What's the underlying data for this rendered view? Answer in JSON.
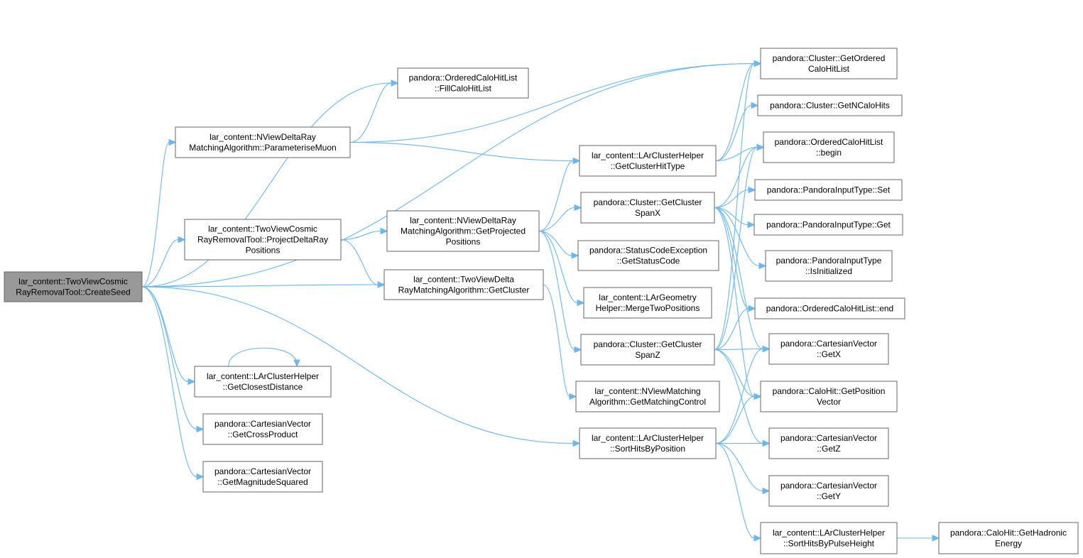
{
  "graph": {
    "root": "n0",
    "edge_color": "#63b8ff",
    "root_fill": "#999999",
    "nodes": [
      {
        "id": "n0",
        "lines": [
          "lar_content::TwoViewCosmic",
          "RayRemovalTool::CreateSeed"
        ]
      },
      {
        "id": "n1",
        "lines": [
          "lar_content::NViewDeltaRay",
          "MatchingAlgorithm::ParameteriseMuon"
        ]
      },
      {
        "id": "n2",
        "lines": [
          "pandora::OrderedCaloHitList",
          "::FillCaloHitList"
        ]
      },
      {
        "id": "n3",
        "lines": [
          "pandora::Cluster::GetOrdered",
          "CaloHitList"
        ]
      },
      {
        "id": "n4",
        "lines": [
          "lar_content::TwoViewCosmic",
          "RayRemovalTool::ProjectDeltaRay",
          "Positions"
        ]
      },
      {
        "id": "n5",
        "lines": [
          "lar_content::NViewDeltaRay",
          "MatchingAlgorithm::GetProjected",
          "Positions"
        ]
      },
      {
        "id": "n6",
        "lines": [
          "lar_content::TwoViewDelta",
          "RayMatchingAlgorithm::GetCluster"
        ]
      },
      {
        "id": "n7",
        "lines": [
          "lar_content::LArClusterHelper",
          "::GetClosestDistance"
        ]
      },
      {
        "id": "n8",
        "lines": [
          "pandora::CartesianVector",
          "::GetCrossProduct"
        ]
      },
      {
        "id": "n9",
        "lines": [
          "pandora::CartesianVector",
          "::GetMagnitudeSquared"
        ]
      },
      {
        "id": "n10",
        "lines": [
          "lar_content::LArClusterHelper",
          "::SortHitsByPosition"
        ]
      },
      {
        "id": "n11",
        "lines": [
          "lar_content::LArClusterHelper",
          "::GetClusterHitType"
        ]
      },
      {
        "id": "n12",
        "lines": [
          "pandora::Cluster::GetCluster",
          "SpanX"
        ]
      },
      {
        "id": "n13",
        "lines": [
          "pandora::StatusCodeException",
          "::GetStatusCode"
        ]
      },
      {
        "id": "n14",
        "lines": [
          "lar_content::LArGeometry",
          "Helper::MergeTwoPositions"
        ]
      },
      {
        "id": "n15",
        "lines": [
          "pandora::Cluster::GetCluster",
          "SpanZ"
        ]
      },
      {
        "id": "n16",
        "lines": [
          "lar_content::NViewMatching",
          "Algorithm::GetMatchingControl"
        ]
      },
      {
        "id": "n17",
        "lines": [
          "pandora::Cluster::GetNCaloHits"
        ]
      },
      {
        "id": "n18",
        "lines": [
          "pandora::OrderedCaloHitList",
          "::begin"
        ]
      },
      {
        "id": "n19",
        "lines": [
          "pandora::PandoraInputType::Set"
        ]
      },
      {
        "id": "n20",
        "lines": [
          "pandora::PandoraInputType::Get"
        ]
      },
      {
        "id": "n21",
        "lines": [
          "pandora::PandoraInputType",
          "::IsInitialized"
        ]
      },
      {
        "id": "n22",
        "lines": [
          "pandora::OrderedCaloHitList::end"
        ]
      },
      {
        "id": "n23",
        "lines": [
          "pandora::CartesianVector",
          "::GetX"
        ]
      },
      {
        "id": "n24",
        "lines": [
          "pandora::CaloHit::GetPosition",
          "Vector"
        ]
      },
      {
        "id": "n25",
        "lines": [
          "pandora::CartesianVector",
          "::GetZ"
        ]
      },
      {
        "id": "n26",
        "lines": [
          "pandora::CartesianVector",
          "::GetY"
        ]
      },
      {
        "id": "n27",
        "lines": [
          "lar_content::LArClusterHelper",
          "::SortHitsByPulseHeight"
        ]
      },
      {
        "id": "n28",
        "lines": [
          "pandora::CaloHit::GetHadronic",
          "Energy"
        ]
      }
    ],
    "edges": [
      [
        "n0",
        "n3"
      ],
      [
        "n0",
        "n2"
      ],
      [
        "n0",
        "n1"
      ],
      [
        "n0",
        "n4"
      ],
      [
        "n0",
        "n6"
      ],
      [
        "n0",
        "n7"
      ],
      [
        "n0",
        "n8"
      ],
      [
        "n0",
        "n9"
      ],
      [
        "n0",
        "n10"
      ],
      [
        "n1",
        "n2"
      ],
      [
        "n1",
        "n3"
      ],
      [
        "n1",
        "n11"
      ],
      [
        "n4",
        "n5"
      ],
      [
        "n4",
        "n6"
      ],
      [
        "n5",
        "n11"
      ],
      [
        "n5",
        "n12"
      ],
      [
        "n5",
        "n13"
      ],
      [
        "n5",
        "n14"
      ],
      [
        "n5",
        "n15"
      ],
      [
        "n6",
        "n16"
      ],
      [
        "n7",
        "n7"
      ],
      [
        "n11",
        "n3"
      ],
      [
        "n11",
        "n17"
      ],
      [
        "n11",
        "n18"
      ],
      [
        "n12",
        "n18"
      ],
      [
        "n12",
        "n19"
      ],
      [
        "n12",
        "n20"
      ],
      [
        "n12",
        "n21"
      ],
      [
        "n12",
        "n22"
      ],
      [
        "n12",
        "n23"
      ],
      [
        "n12",
        "n24"
      ],
      [
        "n15",
        "n3"
      ],
      [
        "n15",
        "n18"
      ],
      [
        "n15",
        "n22"
      ],
      [
        "n15",
        "n23"
      ],
      [
        "n15",
        "n24"
      ],
      [
        "n15",
        "n25"
      ],
      [
        "n10",
        "n23"
      ],
      [
        "n10",
        "n24"
      ],
      [
        "n10",
        "n25"
      ],
      [
        "n10",
        "n26"
      ],
      [
        "n10",
        "n27"
      ],
      [
        "n27",
        "n28"
      ]
    ]
  }
}
